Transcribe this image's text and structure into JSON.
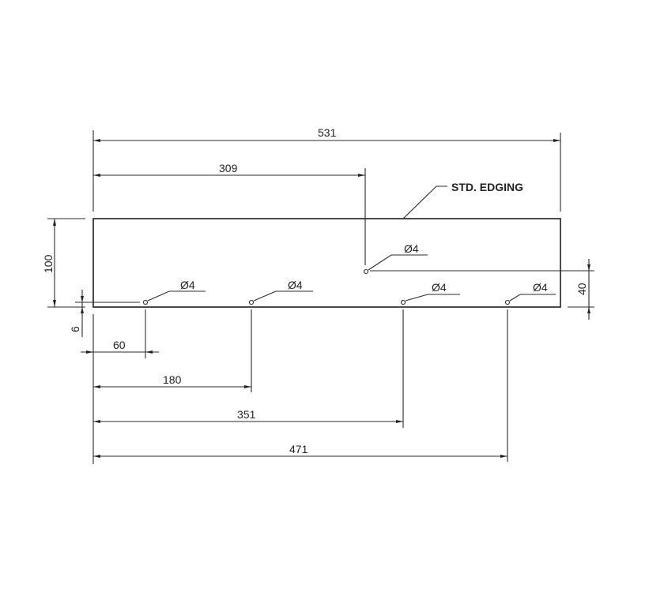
{
  "drawing": {
    "type": "panel-drilling-drawing",
    "units": "mm",
    "panel": {
      "length": "531",
      "width": "100"
    },
    "edging_note": "STD. EDGING",
    "hole_diameter_label": "Ø4",
    "dimensions": {
      "overall_length": "531",
      "top_hole_x": "309",
      "panel_height": "100",
      "bottom_hole_offset": "6",
      "top_hole_offset": "40",
      "hole_1_x": "60",
      "hole_2_x": "180",
      "hole_3_x": "351",
      "hole_4_x": "471"
    },
    "holes": [
      {
        "label": "Ø4",
        "x": "60",
        "y_from_bottom": "6"
      },
      {
        "label": "Ø4",
        "x": "180",
        "y_from_bottom": "6"
      },
      {
        "label": "Ø4",
        "x": "309",
        "y_from_bottom": "40"
      },
      {
        "label": "Ø4",
        "x": "351",
        "y_from_bottom": "6"
      },
      {
        "label": "Ø4",
        "x": "471",
        "y_from_bottom": "6"
      }
    ]
  }
}
